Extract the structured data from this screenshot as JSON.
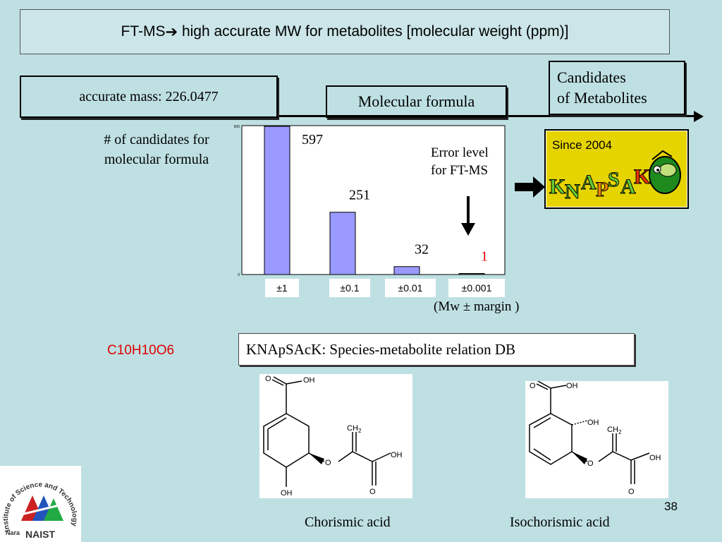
{
  "title": {
    "prefix": "FT-MS",
    "arrow": "➔",
    "rest": " high accurate MW for metabolites [molecular weight (ppm)]"
  },
  "flow": {
    "accurate_mass": "accurate mass: 226.0477",
    "molecular_formula": "Molecular formula",
    "candidates_line1": "Candidates",
    "candidates_line2": "of Metabolites"
  },
  "candidates_label": {
    "line1": "# of candidates for",
    "line2": "molecular formula"
  },
  "error_label": {
    "line1": "Error level",
    "line2": "for FT-MS"
  },
  "mw_note": "(Mw ± margin )",
  "knapsack": {
    "since": "Since 2004",
    "logo_text": "KNApSAcK"
  },
  "formula_text": "C10H10O6",
  "db_title": "KNApSAcK: Species-metabolite relation DB",
  "molecules": [
    {
      "caption": "Chorismic acid"
    },
    {
      "caption": "Isochorismic acid"
    }
  ],
  "page_number": "38",
  "logo": {
    "text1": "Institute of Science and Technology",
    "text2": "Nara",
    "text3": "NAIST"
  },
  "colors": {
    "background": "#bfe0e3",
    "bar": "#9999ff",
    "highlight": "#e00000",
    "knapsack_bg": "#e6d400"
  },
  "chart_data": {
    "type": "bar",
    "categories": [
      "±1",
      "±0.1",
      "±0.01",
      "±0.001"
    ],
    "values": [
      597,
      251,
      32,
      1
    ],
    "value_labels": [
      "597",
      "251",
      "32",
      "1"
    ],
    "ylim": [
      0,
      600
    ],
    "yticks": [
      "0",
      "600"
    ],
    "grid": false,
    "highlight_index": 3
  }
}
